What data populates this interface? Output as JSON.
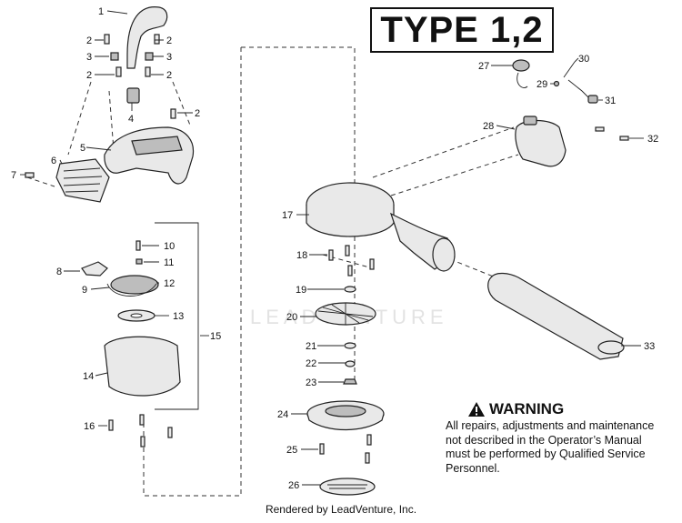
{
  "header": {
    "type_label": "TYPE 1,2"
  },
  "warning": {
    "icon": "warning-triangle-icon",
    "title": "WARNING",
    "body": "All repairs, adjustments and maintenance not described in the Operator’s Manual must be performed by Qualified Service Personnel."
  },
  "watermark": "LEADVENTURE",
  "footer": "Rendered by LeadVenture, Inc.",
  "callouts": {
    "c1": "1",
    "c2a": "2",
    "c2b": "2",
    "c2c": "2",
    "c2d": "2",
    "c2e": "2",
    "c3a": "3",
    "c3b": "3",
    "c4": "4",
    "c5": "5",
    "c6": "6",
    "c7": "7",
    "c8": "8",
    "c9": "9",
    "c10": "10",
    "c11": "11",
    "c12": "12",
    "c13": "13",
    "c14": "14",
    "c15": "15",
    "c16": "16",
    "c17": "17",
    "c18": "18",
    "c19": "19",
    "c20": "20",
    "c21": "21",
    "c22": "22",
    "c23": "23",
    "c24": "24",
    "c25": "25",
    "c26": "26",
    "c27": "27",
    "c28": "28",
    "c29": "29",
    "c30": "30",
    "c31": "31",
    "c32": "32",
    "c33": "33"
  }
}
